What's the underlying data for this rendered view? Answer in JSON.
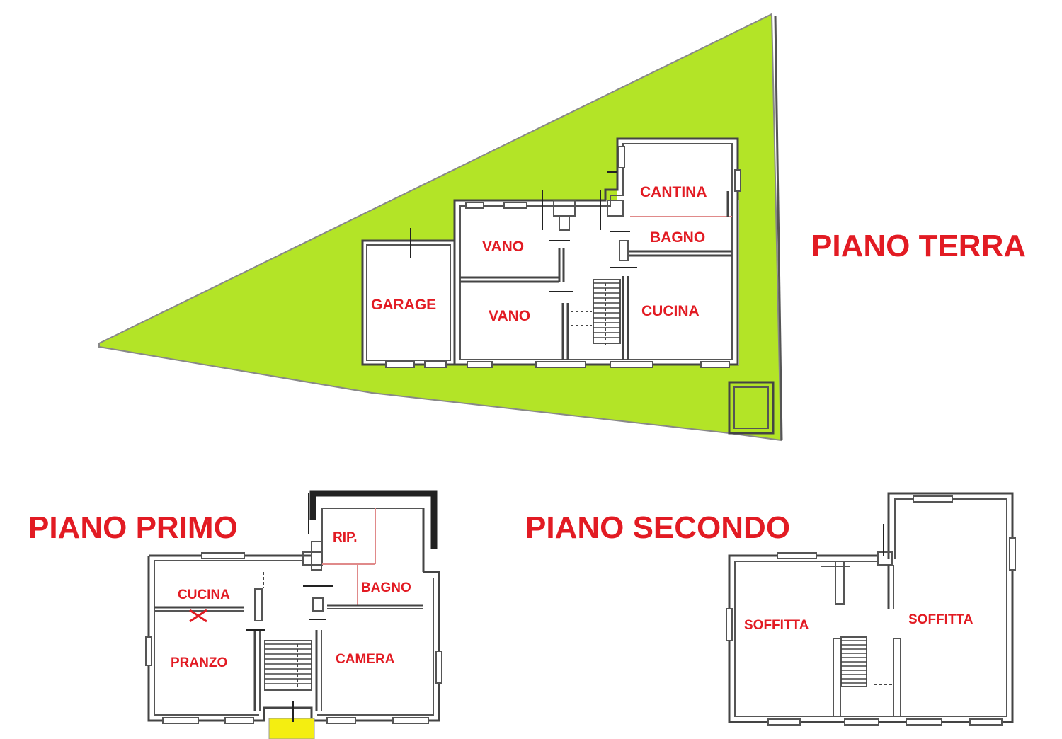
{
  "floors": {
    "ground": {
      "title": "PIANO TERRA",
      "rooms": {
        "cantina": "CANTINA",
        "bagno": "BAGNO",
        "vano_top": "VANO",
        "garage": "GARAGE",
        "vano_bottom": "VANO",
        "cucina": "CUCINA"
      },
      "garden_color": "#b3e427"
    },
    "first": {
      "title": "PIANO PRIMO",
      "rooms": {
        "rip": "RIP.",
        "bagno": "BAGNO",
        "cucina": "CUCINA",
        "pranzo": "PRANZO",
        "camera": "CAMERA"
      },
      "entrance_color": "#f4ee11"
    },
    "second": {
      "title": "PIANO SECONDO",
      "rooms": {
        "soffitta_left": "SOFFITTA",
        "soffitta_right": "SOFFITTA"
      }
    }
  },
  "colors": {
    "label": "#e21b23",
    "wall": "#444444"
  }
}
